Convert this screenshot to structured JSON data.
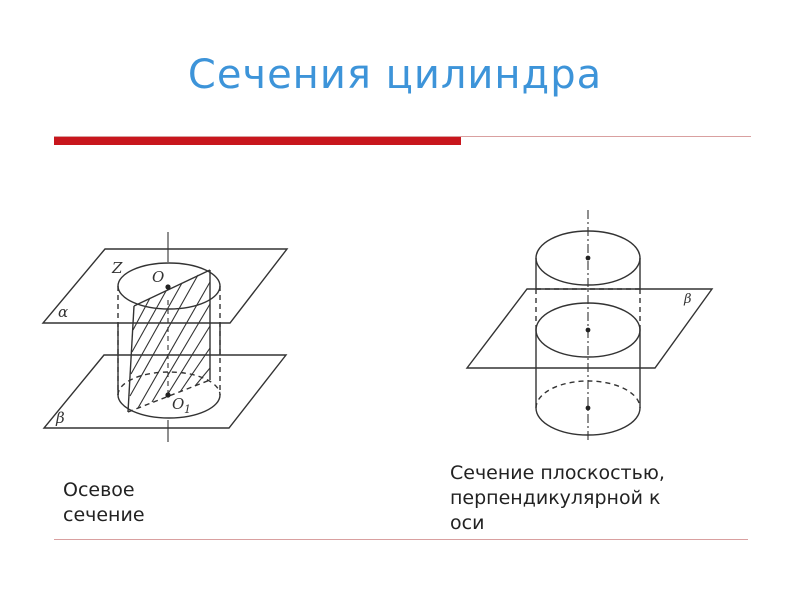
{
  "slide": {
    "title": "Сечения цилиндра",
    "left_caption": [
      "Осевое",
      "сечение"
    ],
    "right_caption": [
      "Сечение плоскостью,",
      "перпендикулярной к",
      "оси"
    ]
  },
  "left_figure": {
    "labels": {
      "z": "Z",
      "o_top": "O",
      "o_bottom": "O",
      "o_bottom_sub": "1",
      "alpha": "α",
      "beta": "β"
    }
  },
  "right_figure": {
    "labels": {
      "beta": "β"
    }
  },
  "colors": {
    "title": "#3d94d9",
    "accent_bar": "#c8161d",
    "rule": "#d9a0a0"
  }
}
